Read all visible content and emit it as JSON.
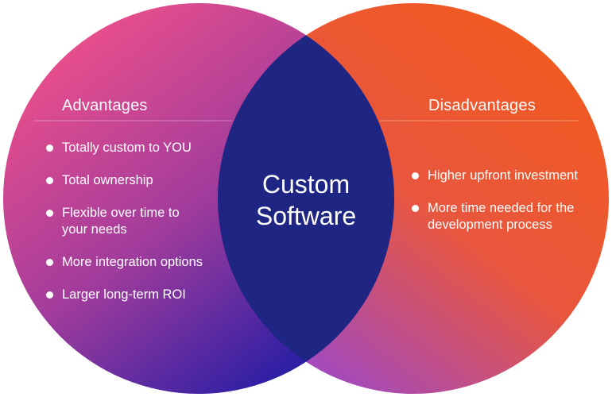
{
  "colors": {
    "left_top": "#f0508a",
    "left_mid": "#a23c9c",
    "left_bottom": "#1a1aa6",
    "right_top": "#f25a1e",
    "right_mid": "#e8563e",
    "right_bottom": "#9a48d0",
    "overlap": "#1f2583",
    "divider": "#ffffff"
  },
  "center": {
    "line1": "Custom",
    "line2": "Software"
  },
  "advantages": {
    "heading": "Advantages",
    "items": [
      {
        "line1": "Totally custom to YOU",
        "line2": ""
      },
      {
        "line1": "Total ownership",
        "line2": ""
      },
      {
        "line1": "Flexible over time to",
        "line2": "your needs"
      },
      {
        "line1": "More integration options",
        "line2": ""
      },
      {
        "line1": "Larger long-term ROI",
        "line2": ""
      }
    ]
  },
  "disadvantages": {
    "heading": "Disadvantages",
    "items": [
      {
        "line1": "Higher upfront investment",
        "line2": ""
      },
      {
        "line1": "More time needed for the",
        "line2": "development process"
      }
    ]
  }
}
